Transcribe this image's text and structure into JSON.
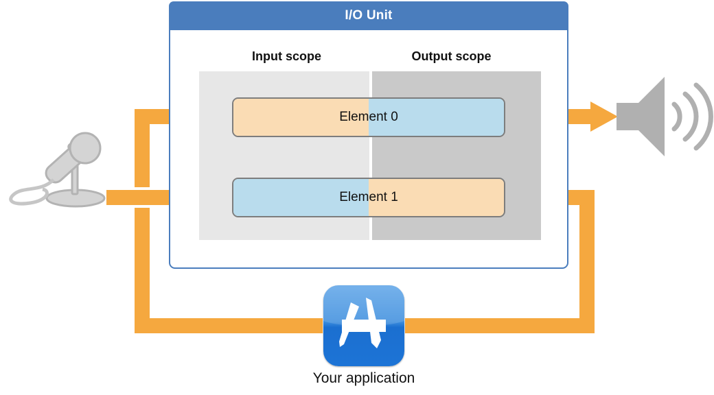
{
  "diagram": {
    "title": "I/O Unit audio element routing diagram",
    "unit": {
      "title": "I/O Unit",
      "header_color": "#4a7dbd",
      "frame_border_color": "#4a7dbd"
    },
    "scopes": [
      {
        "id": "input",
        "label": "Input scope",
        "band_color": "#e7e7e7"
      },
      {
        "id": "output",
        "label": "Output scope",
        "band_color": "#c9c9c9"
      }
    ],
    "elements": [
      {
        "id": "element-0",
        "label": "Element 0",
        "input_half_color": "#fadcb4",
        "output_half_color": "#b9dced",
        "border_color": "#7d7d7d"
      },
      {
        "id": "element-1",
        "label": "Element 1",
        "input_half_color": "#b9dced",
        "output_half_color": "#fadcb4",
        "border_color": "#7d7d7d"
      }
    ],
    "application": {
      "label": "Your application",
      "icon": "app-store-icon"
    },
    "devices": [
      {
        "id": "microphone",
        "icon": "microphone-icon",
        "color": "#c9c9c9"
      },
      {
        "id": "speaker",
        "icon": "speaker-icon",
        "color": "#b0b0b0"
      }
    ],
    "signal_flow": {
      "color": "#f5a83f",
      "paths": [
        {
          "id": "mic-to-element-1-input",
          "from": "microphone",
          "to": "element-1",
          "arrow": true
        },
        {
          "id": "element-1-out-to-app",
          "from": "element-1",
          "to": "application",
          "arrow": false
        },
        {
          "id": "app-to-element-0-input",
          "from": "application",
          "to": "element-0",
          "arrow": false
        },
        {
          "id": "element-0-out-to-speaker",
          "from": "element-0",
          "to": "speaker",
          "arrow": true
        }
      ]
    }
  }
}
